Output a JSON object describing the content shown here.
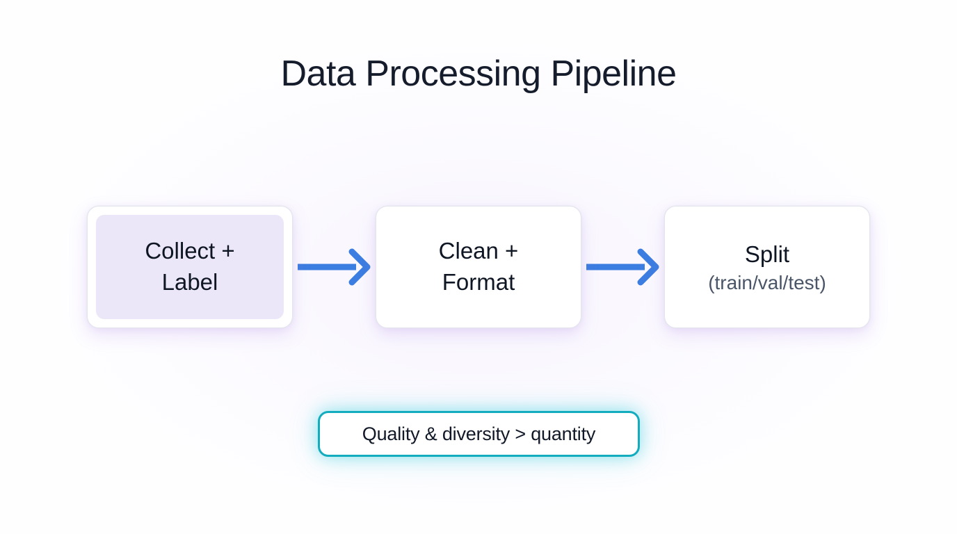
{
  "title": "Data Processing Pipeline",
  "theme": {
    "background": "#ffffff",
    "title_color": "#151c2c",
    "card_background": "#ffffff",
    "card_border": "#e3e5ec",
    "highlight_panel": "#ebe7f9",
    "arrow_color": "#3b7de0",
    "callout_border": "#13acbe",
    "text_primary": "#0f1623",
    "text_secondary": "#4a5568"
  },
  "pipeline": {
    "stages": [
      {
        "id": "collect-label",
        "label": "Collect +\nLabel",
        "sublabel": "",
        "highlighted": true
      },
      {
        "id": "clean-format",
        "label": "Clean +\nFormat",
        "sublabel": "",
        "highlighted": false
      },
      {
        "id": "split",
        "label": "Split",
        "sublabel": "(train/val/test)",
        "highlighted": false
      }
    ],
    "connectors": [
      {
        "id": "arrow-1",
        "icon": "arrow-right-icon",
        "from": "collect-label",
        "to": "clean-format"
      },
      {
        "id": "arrow-2",
        "icon": "arrow-right-icon",
        "from": "clean-format",
        "to": "split"
      }
    ]
  },
  "callout": {
    "text": "Quality & diversity > quantity"
  }
}
